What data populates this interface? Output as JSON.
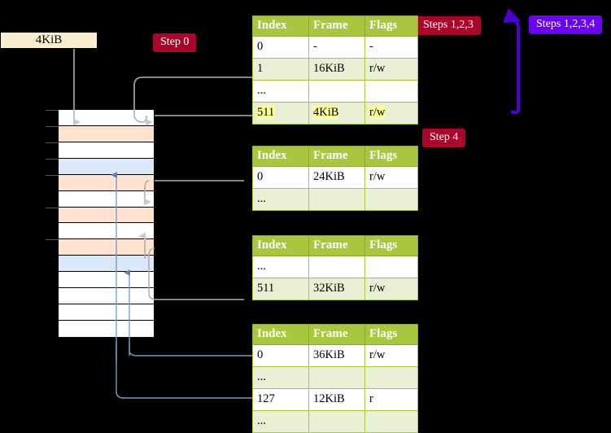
{
  "diagram": {
    "title_badges": {
      "step0": "Step 0",
      "step4": "Step 4",
      "steps123": "Steps 1,2,3",
      "steps1234": "Steps 1,2,3,4"
    },
    "memory_box_label": "4KiB",
    "colors": {
      "badge_red": "#a8062a",
      "badge_violet": "#6a00f4",
      "table_header_green": "#a9c63f",
      "table_row_alt": "#e9efd4",
      "highlight_yellow": "#ffff99",
      "memory_peach": "#fde3cf",
      "memory_blue": "#dbe8f9",
      "memory_white": "#ffffff",
      "box_cream": "#faeed1",
      "connector_gray": "#b0b0b0",
      "connector_blue": "#7a9cc6",
      "arrow_violet": "#4b00d0",
      "background": "#000000"
    },
    "memory_rows": [
      {
        "fill": "white"
      },
      {
        "fill": "peach"
      },
      {
        "fill": "white"
      },
      {
        "fill": "blue"
      },
      {
        "fill": "peach"
      },
      {
        "fill": "white"
      },
      {
        "fill": "peach"
      },
      {
        "fill": "white"
      },
      {
        "fill": "peach"
      },
      {
        "fill": "blue"
      },
      {
        "fill": "white"
      },
      {
        "fill": "white"
      },
      {
        "fill": "white"
      },
      {
        "fill": "white"
      }
    ],
    "tables": [
      {
        "id": "ptable-1",
        "headers": [
          "Index",
          "Frame",
          "Flags"
        ],
        "rows": [
          {
            "cells": [
              "0",
              "-",
              "-"
            ],
            "shade": "odd",
            "highlight": false
          },
          {
            "cells": [
              "1",
              "16KiB",
              "r/w"
            ],
            "shade": "even",
            "highlight": false
          },
          {
            "cells": [
              "...",
              "",
              ""
            ],
            "shade": "odd",
            "highlight": false
          },
          {
            "cells": [
              "511",
              "4KiB",
              "r/w"
            ],
            "shade": "even",
            "highlight": true
          }
        ]
      },
      {
        "id": "ptable-2",
        "headers": [
          "Index",
          "Frame",
          "Flags"
        ],
        "rows": [
          {
            "cells": [
              "0",
              "24KiB",
              "r/w"
            ],
            "shade": "odd",
            "highlight": false
          },
          {
            "cells": [
              "...",
              "",
              ""
            ],
            "shade": "even",
            "highlight": false
          }
        ]
      },
      {
        "id": "ptable-3",
        "headers": [
          "Index",
          "Frame",
          "Flags"
        ],
        "rows": [
          {
            "cells": [
              "...",
              "",
              ""
            ],
            "shade": "odd",
            "highlight": false
          },
          {
            "cells": [
              "511",
              "32KiB",
              "r/w"
            ],
            "shade": "even",
            "highlight": false
          }
        ]
      },
      {
        "id": "ptable-4",
        "headers": [
          "Index",
          "Frame",
          "Flags"
        ],
        "rows": [
          {
            "cells": [
              "0",
              "36KiB",
              "r/w"
            ],
            "shade": "odd",
            "highlight": false
          },
          {
            "cells": [
              "...",
              "",
              ""
            ],
            "shade": "even",
            "highlight": false
          },
          {
            "cells": [
              "127",
              "12KiB",
              "r"
            ],
            "shade": "odd",
            "highlight": false
          },
          {
            "cells": [
              "...",
              "",
              ""
            ],
            "shade": "even",
            "highlight": false
          }
        ]
      }
    ]
  }
}
